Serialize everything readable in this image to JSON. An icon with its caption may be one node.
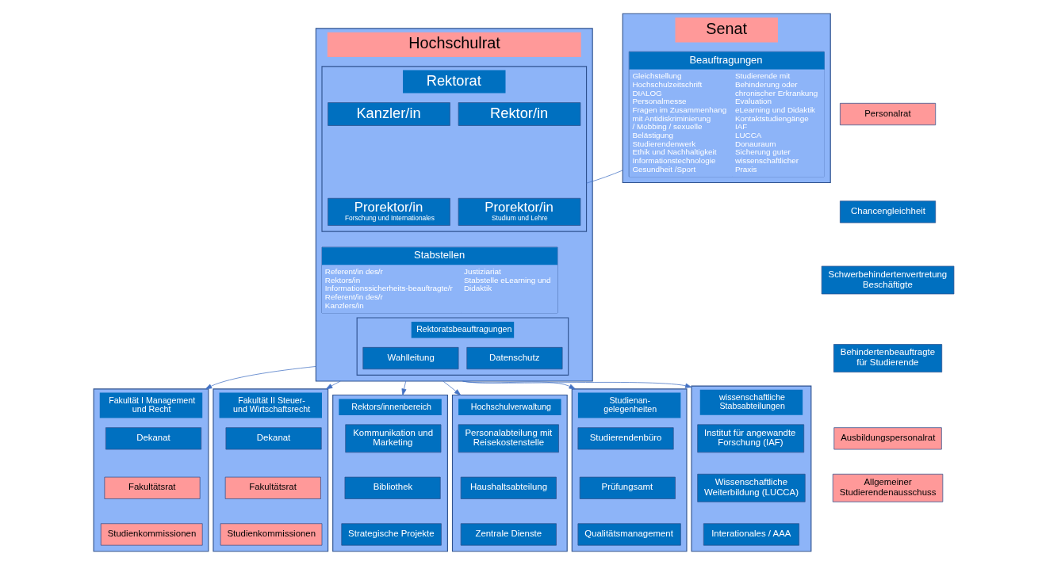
{
  "diagram": {
    "nodes": [
      {
        "text": [
          "Hochschulrat"
        ]
      },
      {
        "text": [
          "Rektorat"
        ],
        "in": 0
      },
      {
        "text": [
          "Rektor/in"
        ],
        "in": 1
      },
      {
        "text": [
          "Kanzler/in"
        ],
        "in": 1
      },
      {
        "text": [
          "Prorektor/in",
          "Studium und Lehre"
        ],
        "in": 1
      },
      {
        "text": [
          "Prorektor/in",
          "Forschung und Internationales"
        ],
        "in": 1
      },
      {
        "text": [
          "Stabstellen",
          "Referent/in des/r Rektors/in",
          "Informationssicherheits-beauftragte/r",
          "Referent/in des/r Kanzlers/in",
          "Justiziariat",
          "Stabstelle eLearning und Didaktik"
        ],
        "in": 0
      },
      {
        "text": [
          "Rektoratsbeauftragungen"
        ],
        "in": 0
      },
      {
        "text": [
          "Datenschutz"
        ],
        "in": 7
      },
      {
        "text": [
          "Wahlleitung"
        ],
        "in": 7
      },
      {
        "text": [
          "Senat"
        ]
      },
      {
        "text": [
          "Beauftragungen",
          "Gleichstellung",
          "Hochschulzeitschrift DIALOG",
          "Personalmesse",
          "Fragen im Zusammenhang mit Antidiskriminierung / Mobbing / sexuelle Belästigung",
          "Studierendenwerk",
          "Ethik und Nachhaltigkeit",
          "Informationstechnologie",
          "Gesundheit /Sport",
          "Studierende mit Behinderung oder chronischer Erkrankung",
          "Evaluation",
          "eLearning und Didaktik",
          "Kontaktstudiengänge",
          "IAF",
          "LUCCA",
          "Donauraum",
          "Sicherung guter wissenschaftlicher Praxis"
        ],
        "in": 10
      },
      {
        "text": [
          "Personalrat"
        ]
      },
      {
        "text": [
          "Chancengleichheit"
        ]
      },
      {
        "text": [
          "Schwerbehindertenvertretung Beschäftigte"
        ]
      },
      {
        "text": [
          "Behindertenbeauftragte für Studierende"
        ]
      },
      {
        "text": [
          "Ausbildungspersonalrat"
        ]
      },
      {
        "text": [
          "Allgemeiner Studierendenausschuss"
        ]
      },
      {
        "text": [
          "Fakultät I Management und Recht"
        ]
      },
      {
        "text": [
          "Dekanat"
        ],
        "in": 18
      },
      {
        "text": [
          "Fakultätsrat"
        ],
        "in": 18
      },
      {
        "text": [
          "Studienkommissionen"
        ],
        "in": 18
      },
      {
        "text": [
          "Fakultät II Steuer- und Wirtschaftsrecht"
        ]
      },
      {
        "text": [
          "Dekanat"
        ],
        "in": 22
      },
      {
        "text": [
          "Fakultätsrat"
        ],
        "in": 22
      },
      {
        "text": [
          "Studienkommissionen"
        ],
        "in": 22
      },
      {
        "text": [
          "Rektors/innenbereich"
        ]
      },
      {
        "text": [
          "Kommunikation und Marketing"
        ],
        "in": 26
      },
      {
        "text": [
          "Bibliothek"
        ],
        "in": 26
      },
      {
        "text": [
          "Strategische Projekte"
        ],
        "in": 26
      },
      {
        "text": [
          "Hochschulverwaltung"
        ]
      },
      {
        "text": [
          "Personalabteilung mit Reisekostenstelle"
        ],
        "in": 30
      },
      {
        "text": [
          "Haushaltsabteilung"
        ],
        "in": 30
      },
      {
        "text": [
          "Zentrale Dienste"
        ],
        "in": 30
      },
      {
        "text": [
          "Studienan- gelegenheiten"
        ]
      },
      {
        "text": [
          "Studierendenbüro"
        ],
        "in": 34
      },
      {
        "text": [
          "Prüfungsamt"
        ],
        "in": 34
      },
      {
        "text": [
          "Qualitätsmanagement"
        ],
        "in": 34
      },
      {
        "text": [
          "wissenschaftliche Stabsabteilungen"
        ]
      },
      {
        "text": [
          "Institut für angewandte Forschung (IAF)"
        ],
        "in": 38
      },
      {
        "text": [
          "Wissenschaftliche Weiterbildung (LUCCA)"
        ],
        "in": 38
      },
      {
        "text": [
          "Interationales / AAA"
        ],
        "in": 38
      }
    ],
    "edges": [
      {
        "from": 1,
        "to": 10,
        "arrow": "none"
      },
      {
        "from": 0,
        "to": 18,
        "arrow": "to"
      },
      {
        "from": 0,
        "to": 22,
        "arrow": "to"
      },
      {
        "from": 0,
        "to": 26,
        "arrow": "to"
      },
      {
        "from": 0,
        "to": 30,
        "arrow": "to"
      },
      {
        "from": 0,
        "to": 34,
        "arrow": "to"
      },
      {
        "from": 0,
        "to": 38,
        "arrow": "to"
      }
    ]
  }
}
